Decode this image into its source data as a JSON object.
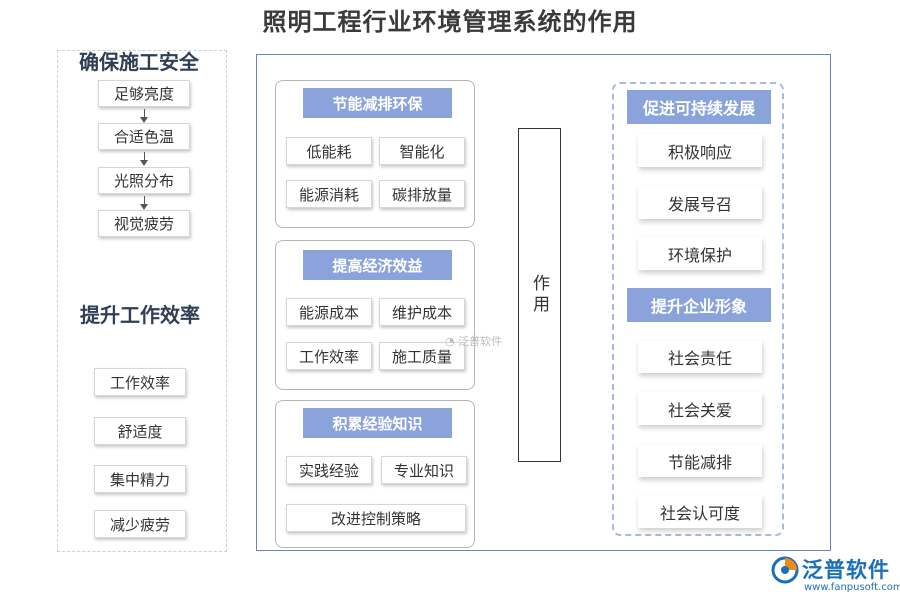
{
  "title": "照明工程行业环境管理系统的作用",
  "left": {
    "safety": {
      "heading": "确保施工安全",
      "items": [
        "足够亮度",
        "合适色温",
        "光照分布",
        "视觉疲劳"
      ]
    },
    "efficiency": {
      "heading": "提升工作效率",
      "items": [
        "工作效率",
        "舒适度",
        "集中精力",
        "减少疲劳"
      ]
    }
  },
  "groups": [
    {
      "heading": "节能减排环保",
      "items": [
        "低能耗",
        "智能化",
        "能源消耗",
        "碳排放量"
      ]
    },
    {
      "heading": "提高经济效益",
      "items": [
        "能源成本",
        "维护成本",
        "工作效率",
        "施工质量"
      ]
    },
    {
      "heading": "积累经验知识",
      "items": [
        "实践经验",
        "专业知识",
        "改进控制策略"
      ]
    }
  ],
  "center_label": "作用",
  "right": {
    "sustain": {
      "heading": "促进可持续发展",
      "items": [
        "积极响应",
        "发展号召",
        "环境保护"
      ]
    },
    "image": {
      "heading": "提升企业形象",
      "items": [
        "社会责任",
        "社会关爱",
        "节能减排",
        "社会认可度"
      ]
    }
  },
  "watermark": "泛普软件",
  "logo": {
    "name": "泛普软件",
    "url": "www.fanpusoft.com"
  },
  "colors": {
    "accent": "#8aa3db",
    "frame": "#6d82c5",
    "logo": "#1b6fb6"
  },
  "icons": {
    "logo": "fanpu-logo-icon",
    "watermark": "fanpu-watermark-icon"
  }
}
